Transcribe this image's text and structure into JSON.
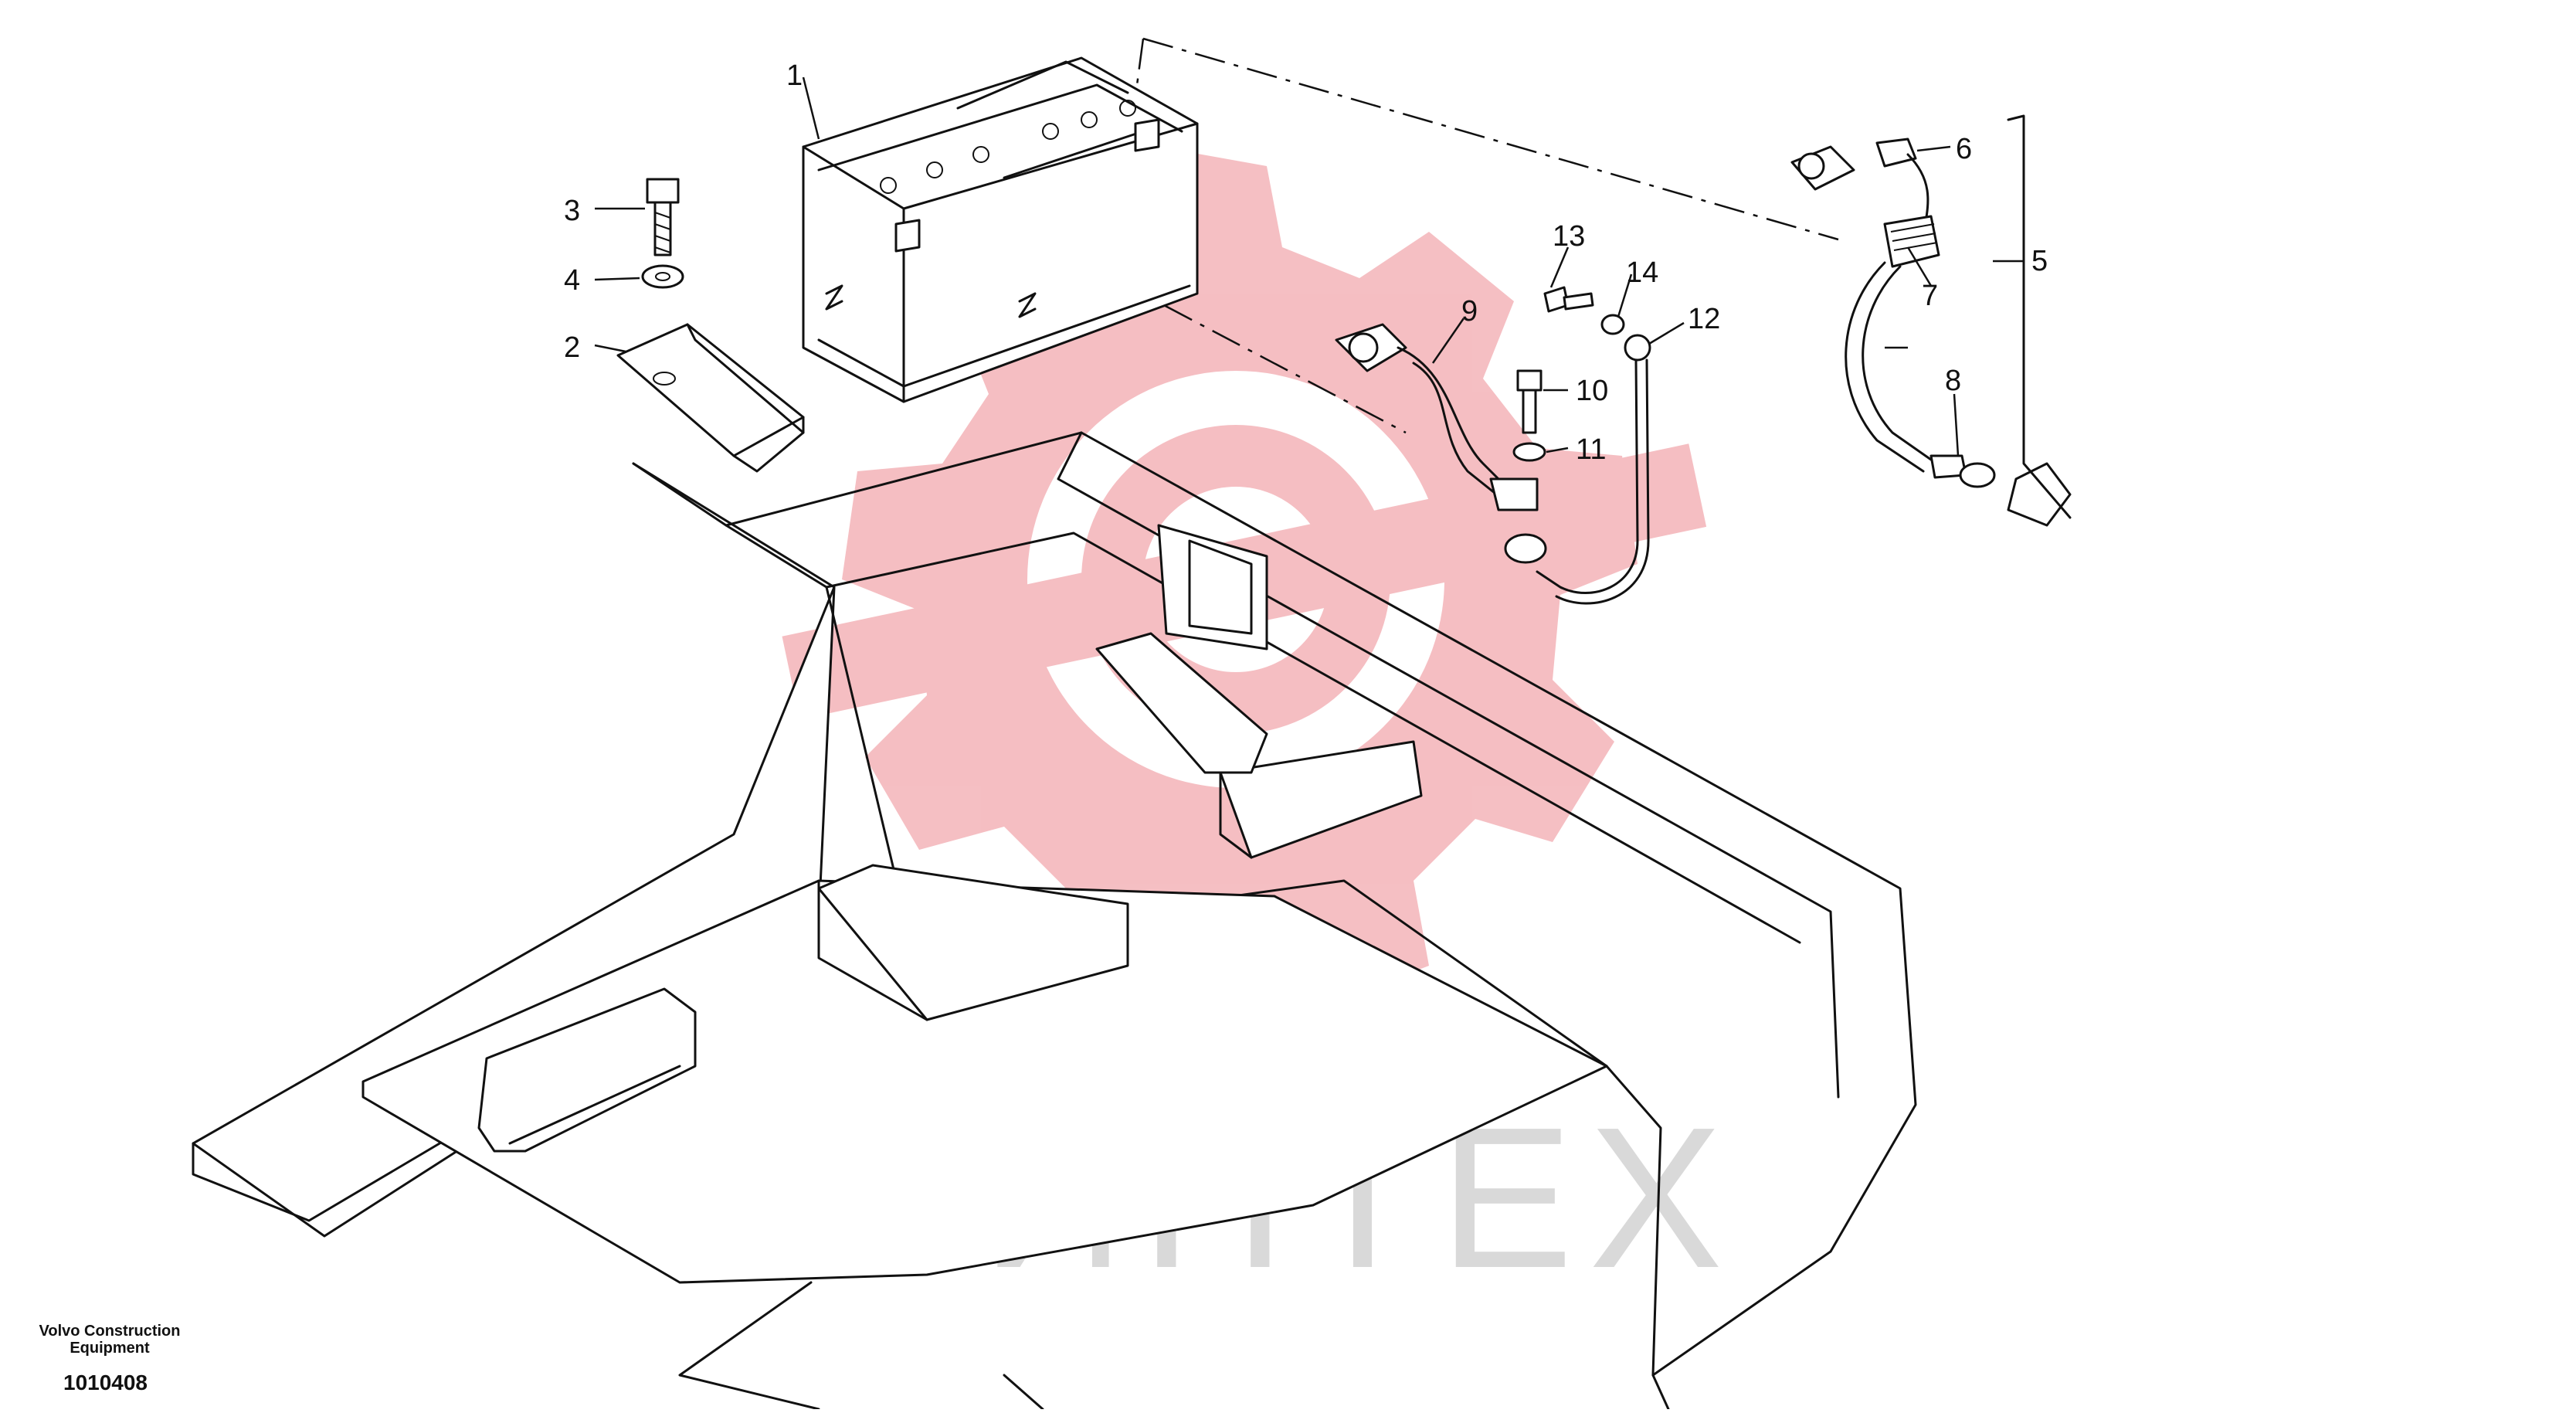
{
  "watermark": {
    "text": "ИНТЕХ",
    "logo": "gear-logo"
  },
  "callouts": [
    "1",
    "2",
    "3",
    "4",
    "5",
    "6",
    "7",
    "8",
    "9",
    "10",
    "11",
    "12",
    "13",
    "14"
  ],
  "footer": {
    "company": "Volvo Construction Equipment",
    "code": "1010408"
  },
  "colors": {
    "line": "#111111",
    "watermark_logo": "#f4b8bc",
    "watermark_text": "#d9d9d9"
  }
}
